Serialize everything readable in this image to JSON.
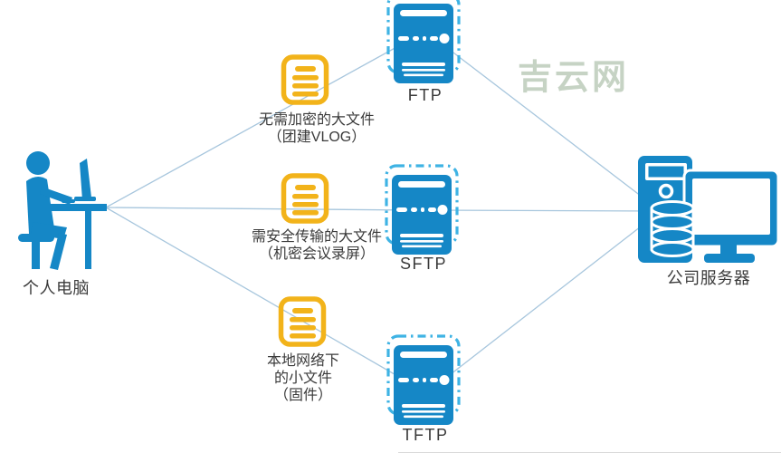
{
  "watermark": {
    "text": "吉云网"
  },
  "client": {
    "label": "个人电脑",
    "icon": "person-at-desk-icon"
  },
  "company_server": {
    "label": "公司服务器",
    "icon": "server-with-monitor-icon"
  },
  "files": [
    {
      "icon": "document-icon",
      "lines": [
        "无需加密的大文件",
        "（团建VLOG）"
      ]
    },
    {
      "icon": "document-icon",
      "lines": [
        "需安全传输的大文件",
        "（机密会议录屏）"
      ]
    },
    {
      "icon": "document-icon",
      "lines": [
        "本地网络下",
        "的小文件",
        "（固件）"
      ]
    }
  ],
  "protocols": [
    {
      "label": "FTP",
      "icon": "server-icon"
    },
    {
      "label": "SFTP",
      "icon": "server-icon"
    },
    {
      "label": "TFTP",
      "icon": "server-icon"
    }
  ],
  "edges": [
    {
      "from": "个人电脑",
      "to": "FTP"
    },
    {
      "from": "个人电脑",
      "to": "SFTP"
    },
    {
      "from": "个人电脑",
      "to": "TFTP"
    },
    {
      "from": "FTP",
      "to": "公司服务器"
    },
    {
      "from": "SFTP",
      "to": "公司服务器"
    },
    {
      "from": "TFTP",
      "to": "公司服务器"
    }
  ],
  "colors": {
    "primary_blue": "#1587C6",
    "dashed_cyan": "#3FB3E4",
    "amber": "#F2B31A",
    "edge_line": "#A7C6DD",
    "text": "#3A3A3A",
    "watermark_green": "#C6D3C4"
  }
}
